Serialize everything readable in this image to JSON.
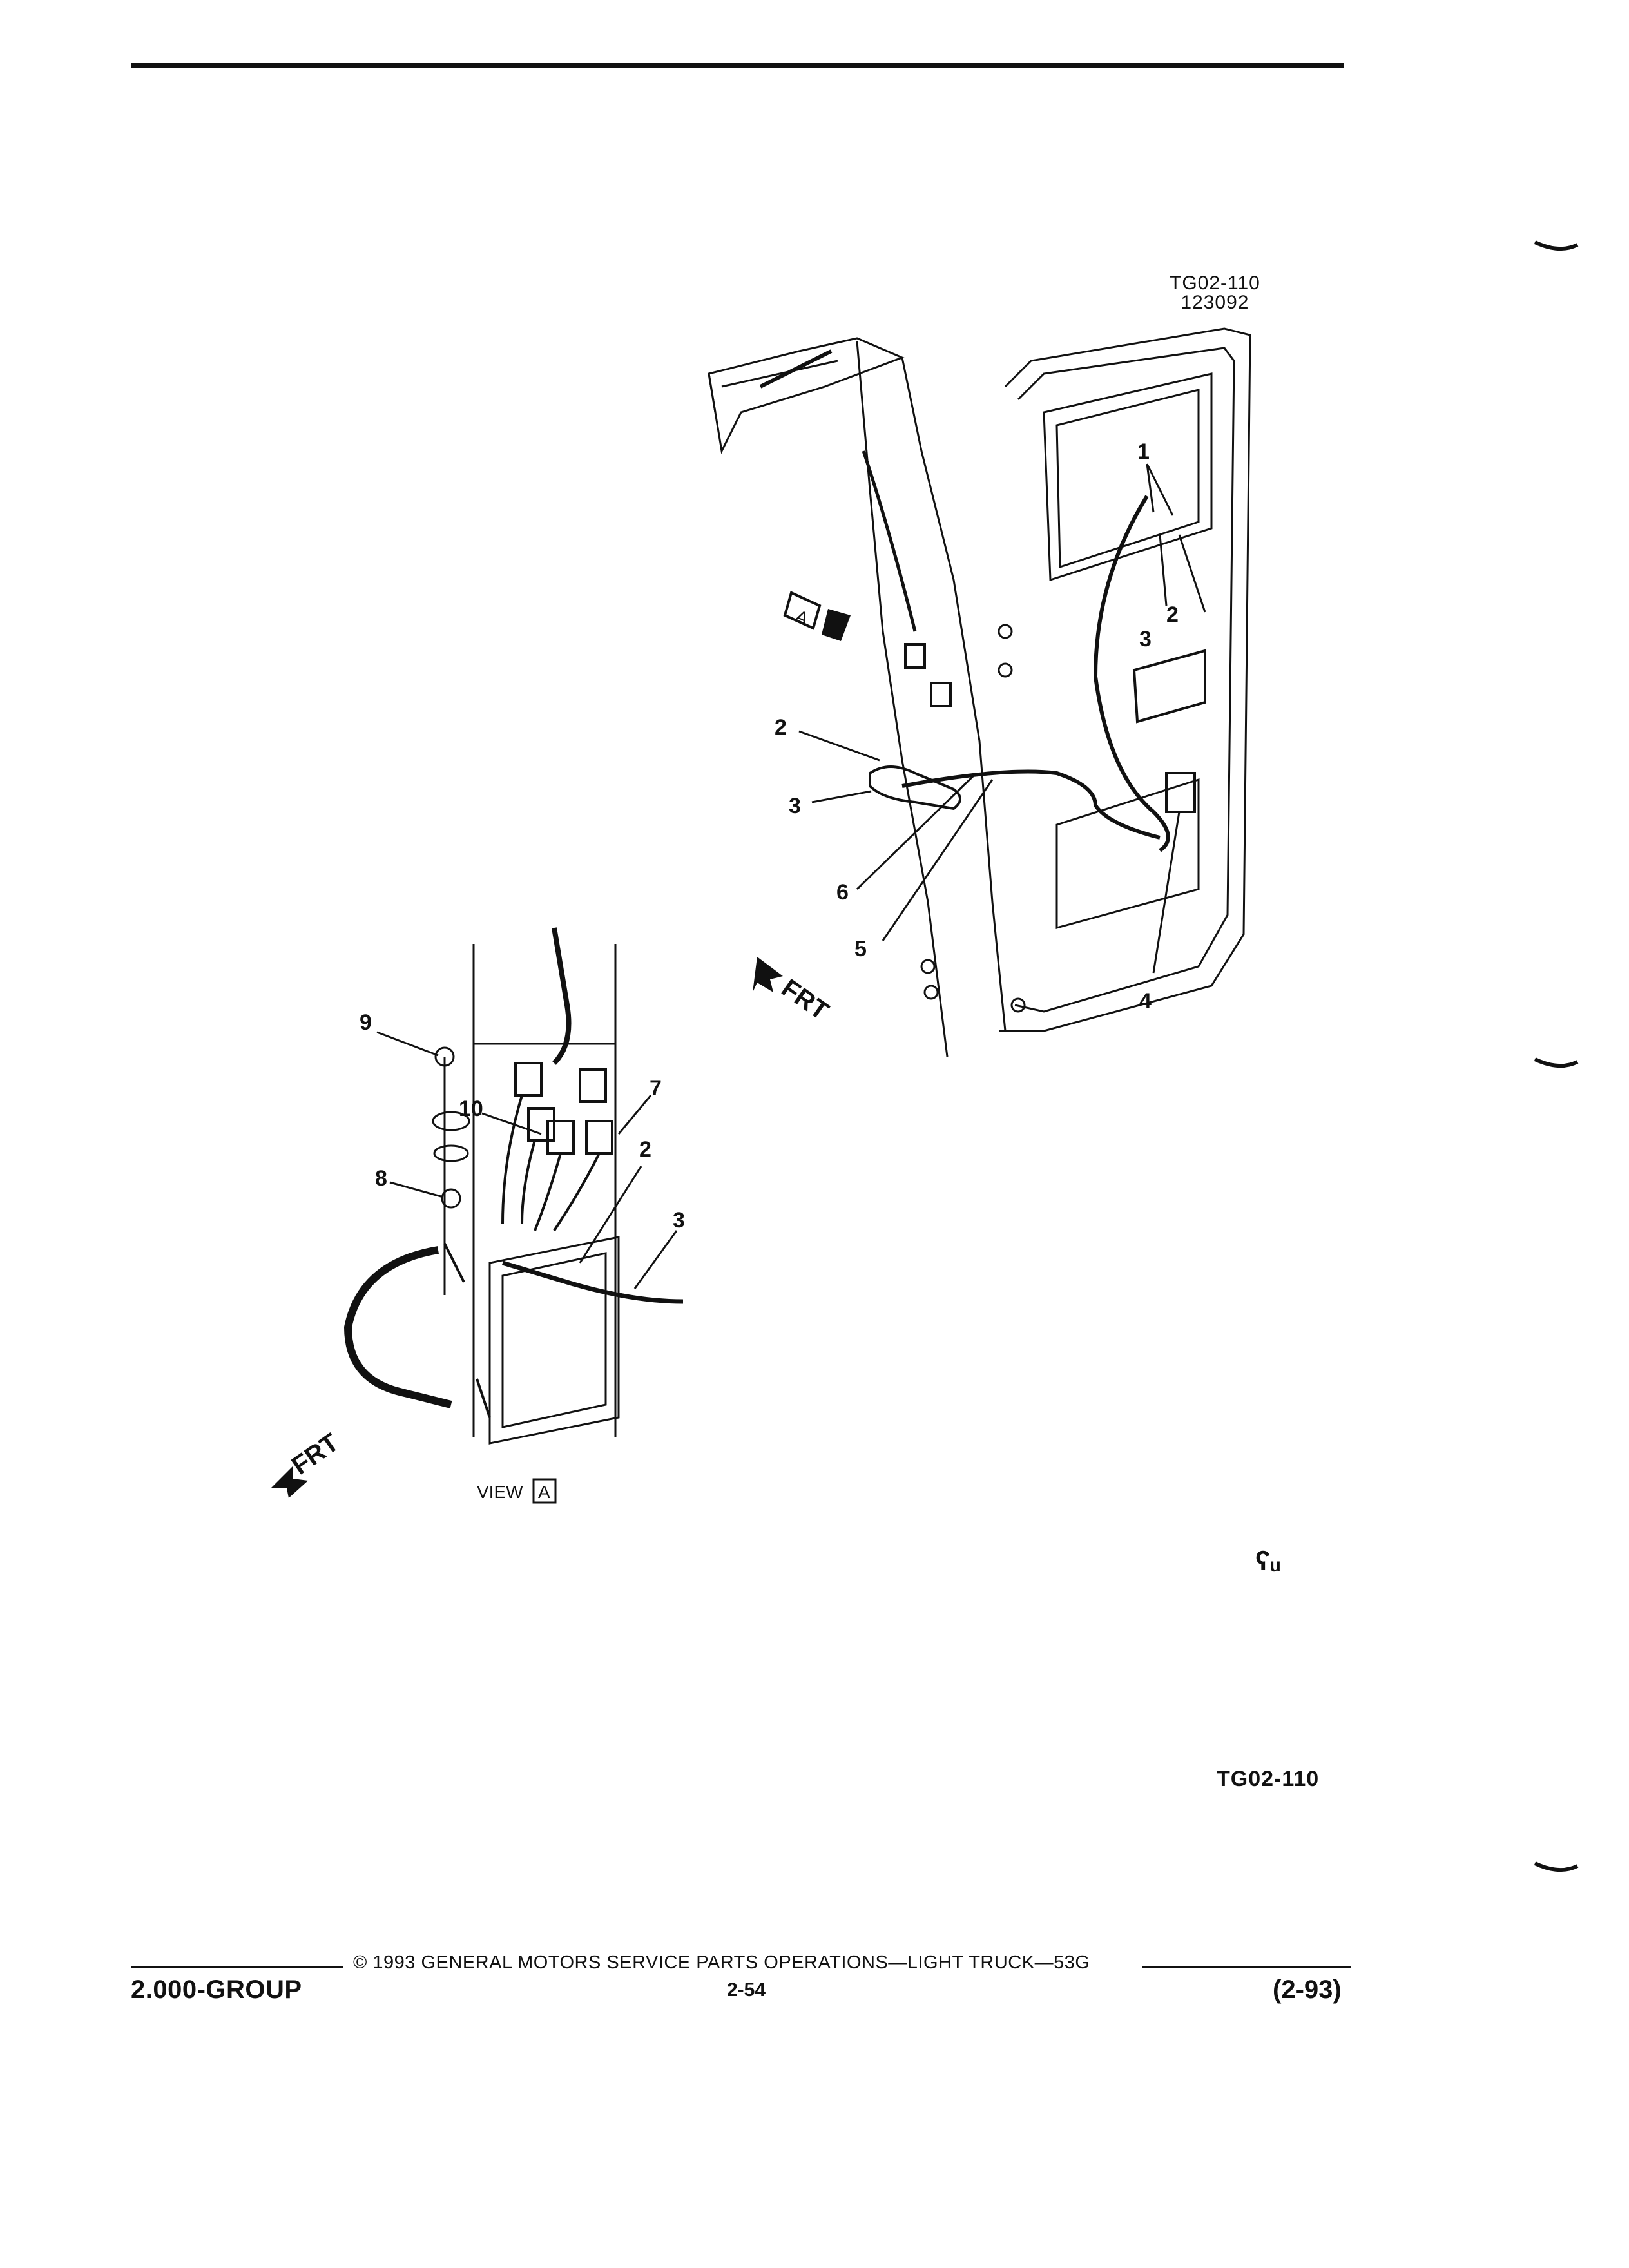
{
  "figure": {
    "code": "TG02-110",
    "date_code": "123092",
    "footer_id": "TG02-110",
    "small_mark": "ʕᵤ"
  },
  "callouts": {
    "main": [
      "1",
      "2",
      "3",
      "2",
      "3",
      "6",
      "5",
      "4"
    ],
    "view_a": [
      "9",
      "10",
      "7",
      "8",
      "2",
      "3"
    ]
  },
  "labels": {
    "view_key": "A",
    "front": "FRT",
    "view": "VIEW",
    "view_a_box": "A"
  },
  "footer": {
    "copyright": "© 1993 GENERAL MOTORS SERVICE PARTS OPERATIONS—LIGHT TRUCK—53G",
    "group": "2.000-GROUP",
    "page": "2-54",
    "revision": "(2-93)"
  }
}
